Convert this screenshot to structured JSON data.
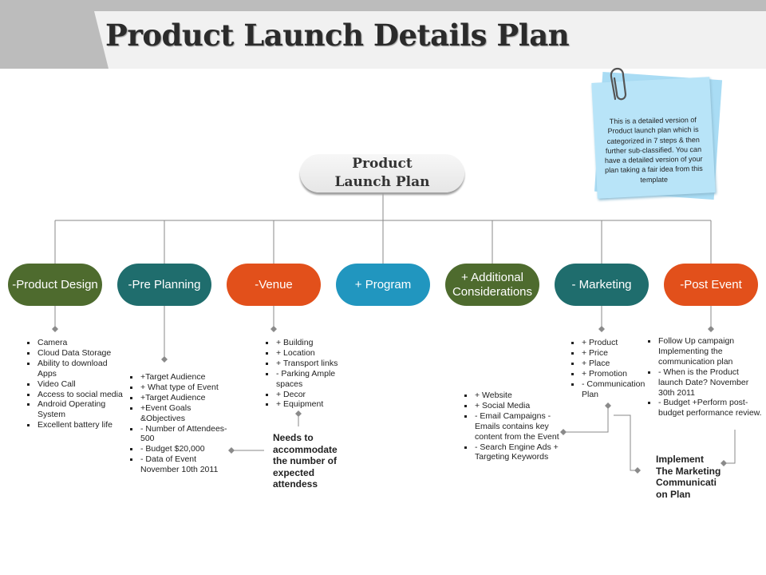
{
  "title": "Product Launch Details Plan",
  "root": {
    "label": "Product\nLaunch Plan"
  },
  "sticky_note": "This is a detailed version of Product launch plan which is categorized in 7 steps & then further sub-classified. You can have a detailed version of your plan taking a fair idea from this template",
  "colors": {
    "green": "#4e6b2e",
    "teal": "#1f6d6d",
    "orange": "#e2501b",
    "blue": "#2196bf"
  },
  "categories": [
    {
      "label": "-Product Design",
      "color": "#4e6b2e"
    },
    {
      "label": "-Pre Planning",
      "color": "#1f6d6d"
    },
    {
      "label": "-Venue",
      "color": "#e2501b"
    },
    {
      "label": "+ Program",
      "color": "#2196bf"
    },
    {
      "label": "+ Additional\nConsiderations",
      "color": "#4e6b2e"
    },
    {
      "label": "- Marketing",
      "color": "#1f6d6d"
    },
    {
      "label": "-Post Event",
      "color": "#e2501b"
    }
  ],
  "lists": {
    "product_design": [
      "Camera",
      "Cloud Data Storage",
      "Ability to download Apps",
      "Video Call",
      "Access to social media",
      "Android Operating System",
      "Excellent battery life"
    ],
    "pre_planning": [
      "+Target Audience",
      "+ What type of Event",
      "+Target Audience",
      "+Event Goals &Objectives",
      "- Number of Attendees- 500",
      "- Budget $20,000",
      "- Data of Event November 10th 2011"
    ],
    "venue": [
      "+ Building",
      "+ Location",
      "+ Transport links",
      "- Parking Ample spaces",
      "+ Decor",
      "+ Equipment"
    ],
    "additional": [
      "+ Website",
      "+ Social Media",
      "- Email Campaigns - Emails contains key content from the Event",
      "- Search Engine Ads + Targeting Keywords"
    ],
    "marketing": [
      "+ Product",
      "+ Price",
      "+ Place",
      "+ Promotion",
      "- Communication Plan"
    ],
    "post_event": [
      "Follow Up campaign Implementing the communication plan",
      "- When is the Product launch Date?   November 30th 2011",
      "- Budget   +Perform post-budget performance review."
    ]
  },
  "notes": {
    "venue": "Needs to accommodate the number of expected attendess",
    "marketing": "Implement The Marketing Communicati on Plan"
  }
}
